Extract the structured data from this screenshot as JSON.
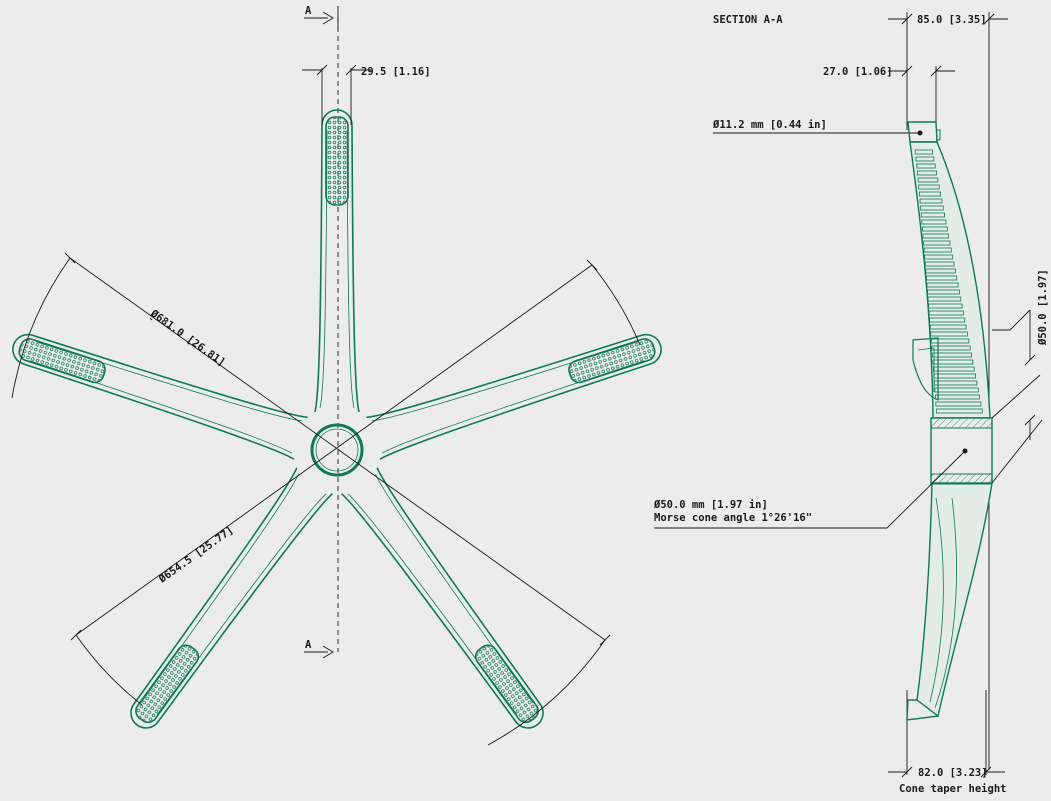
{
  "colors": {
    "background": "#ececec",
    "part": "#0e7a55",
    "dimension": "#1a1a1a"
  },
  "plan_view": {
    "section_marker": "A",
    "arm_width": "29.5 [1.16]",
    "outer_diameter": "Ø681.0 [26.81]",
    "inner_diameter": "Ø654.5 [25.77]"
  },
  "section_view": {
    "title": "SECTION A-A",
    "overall_depth": "85.0 [3.35]",
    "tip_depth": "27.0 [1.06]",
    "hole": "Ø11.2 mm [0.44 in]",
    "bore_diameter_vertical": "Ø50.0 [1.97]",
    "bore_diameter": "Ø50.0 mm [1.97 in]",
    "morse_angle": "Morse cone angle 1°26'16\"",
    "taper_height": "82.0 [3.23]",
    "taper_caption": "Cone taper height"
  }
}
